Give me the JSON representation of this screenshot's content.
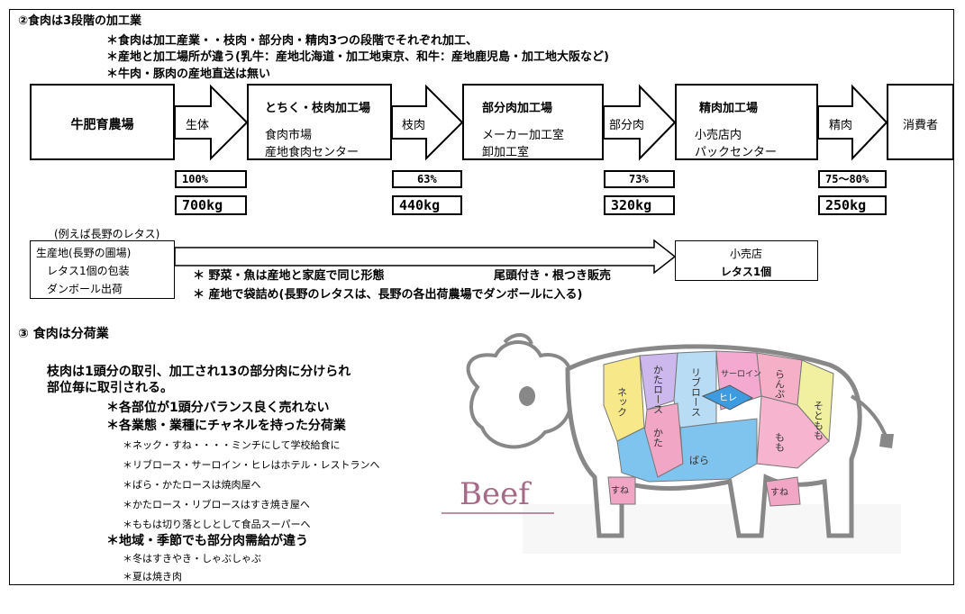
{
  "section2": {
    "heading": "②食肉は3段階の加工業",
    "note1": "＊食肉は加工産業・・枝肉・部分肉・精肉3つの段階でそれぞれ加工、",
    "note2": "＊産地と加工場所が違う(乳牛：産地北海道・加工地東京、和牛：産地鹿児島・加工地大阪など)",
    "note3": "＊牛肉・豚肉の産地直送は無い"
  },
  "flow": {
    "farm": "牛肥育農場",
    "arrow1": "生体",
    "plant1_title": "とちく・枝肉加工場",
    "plant1_line1": "食肉市場",
    "plant1_line2": "産地食肉センター",
    "arrow2": "枝肉",
    "plant2_title": "部分肉加工場",
    "plant2_line1": "メーカー加工室",
    "plant2_line2": "卸加工室",
    "arrow3": "部分肉",
    "plant3_title": "精肉加工場",
    "plant3_line1": "小売店内",
    "plant3_line2": "パックセンター",
    "arrow4": "精肉",
    "consumer": "消費者"
  },
  "yields": [
    {
      "pct": "100%",
      "kg": "700kg"
    },
    {
      "pct": "63%",
      "kg": "440kg"
    },
    {
      "pct": "73%",
      "kg": "320kg"
    },
    {
      "pct": "75〜80%",
      "kg": "250kg"
    }
  ],
  "lettuce": {
    "caption": "(例えば長野のレタス)",
    "origin1": "生産地(長野の圃場)",
    "origin2": "レタス1個の包装",
    "origin3": "ダンボール出荷",
    "note1": "＊ 野菜・魚は産地と家庭で同じ形態",
    "note1b": "尾頭付き・根つき販売",
    "note2": "＊ 産地で袋詰め(長野のレタスは、長野の各出荷農場でダンボールに入る)",
    "shop1": "小売店",
    "shop2": "レタス1個"
  },
  "section3": {
    "heading": "③  食肉は分荷業",
    "lead1": "枝肉は1頭分の取引、加工され13の部分肉に分けられ",
    "lead2": "部位毎に取引される。",
    "point1": "＊各部位が1頭分バランス良く売れない",
    "point2": "＊各業態・業種にチャネルを持った分荷業",
    "sub1": "＊ネック・すね・・・・ミンチにして学校給食に",
    "sub2": "＊リブロース・サーロイン・ヒレはホテル・レストランへ",
    "sub3": "＊ばら・かたロースは焼肉屋へ",
    "sub4": "＊かたロース・リブロースはすき焼き屋へ",
    "sub5": "＊ももは切り落としとして食品スーパーへ",
    "point3": "＊地域・季節でも部分肉需給が違う",
    "sub6": "＊冬はすきやき・しゃぶしゃぶ",
    "sub7": "＊夏は焼き肉"
  },
  "beef": {
    "label": "Beef",
    "cuts": {
      "neck": "ネック",
      "kataroosu": "かたロース",
      "ribroosu": "リブロース",
      "sirloin": "サーロイン",
      "hire": "ヒレ",
      "rampu": "らんぷ",
      "sotomomo": "そともも",
      "kata": "かた",
      "momo": "もも",
      "bara": "ばら",
      "sune_front": "すね",
      "sune_back": "すね"
    },
    "colors": {
      "neck": "#f7e98a",
      "kataroosu": "#cdb8ee",
      "ribroosu": "#b9dcf5",
      "sirloin": "#f4a9d1",
      "hire": "#3f9be0",
      "rampu": "#f5b0c8",
      "sotomomo": "#f0f0a0",
      "kata": "#f2a6c6",
      "momo": "#f6b4cf",
      "bara": "#7fc4ee",
      "sune": "#f2a6c6",
      "outline": "#888888",
      "beef_text": "#a56a88"
    }
  }
}
